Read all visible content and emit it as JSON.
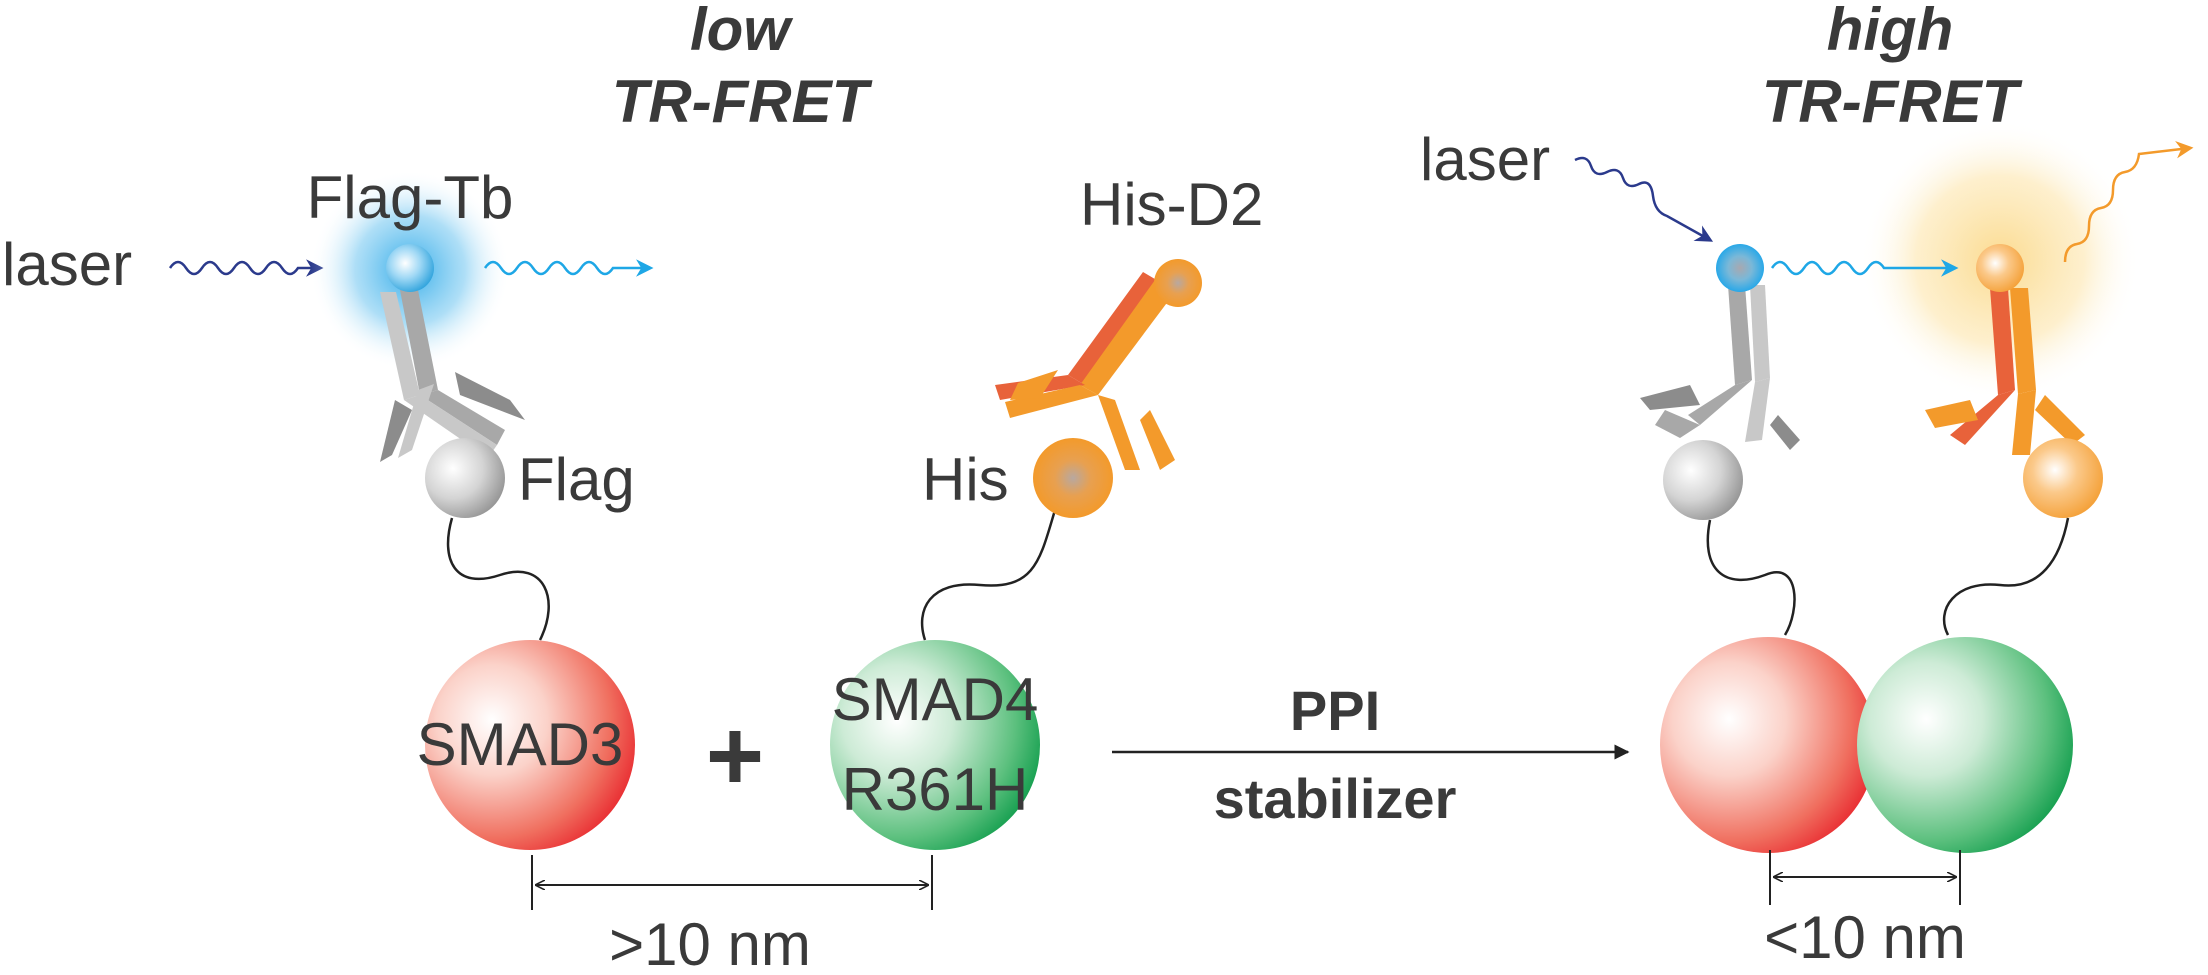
{
  "left_state": {
    "title_line1": "low",
    "title_line2": "TR-FRET",
    "laser": "laser",
    "donor_label": "Flag-Tb",
    "tag1_label": "Flag",
    "acceptor_label": "His-D2",
    "tag2_label": "His",
    "protein1": "SMAD3",
    "plus": "+",
    "protein2_line1": "SMAD4",
    "protein2_line2": "R361H",
    "distance": ">10 nm"
  },
  "arrow": {
    "line1": "PPI",
    "line2": "stabilizer"
  },
  "right_state": {
    "title_line1": "high",
    "title_line2": "TR-FRET",
    "laser": "laser",
    "distance": "<10 nm"
  },
  "colors": {
    "text": "#3a3a3a",
    "red_protein": "#e8232b",
    "green_protein": "#0a9a48",
    "orange": "#f39a2b",
    "blue_glow": "#29a8e8",
    "laser_wave": "#2b3a8c",
    "grey_antibody": "#9a9a9a"
  }
}
